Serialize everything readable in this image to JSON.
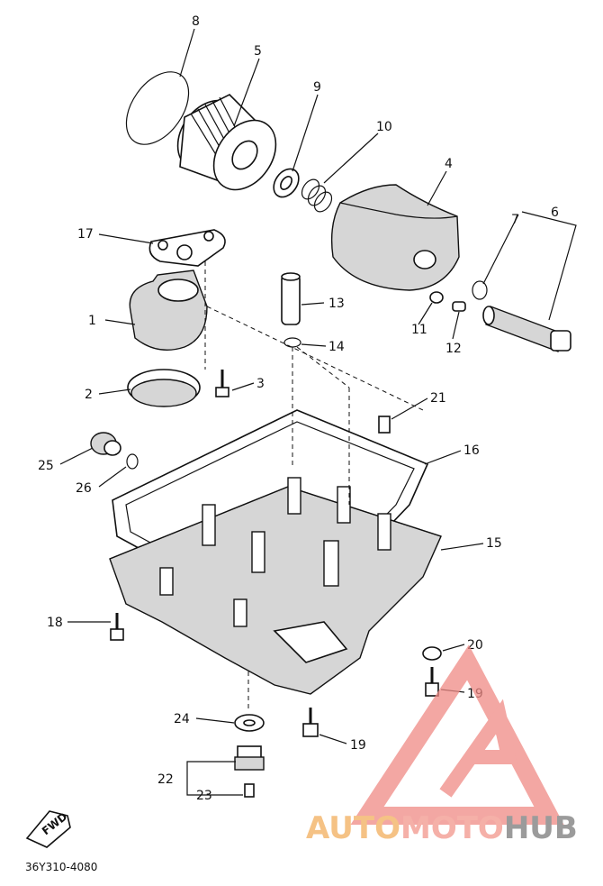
{
  "callouts": [
    "8",
    "5",
    "9",
    "10",
    "4",
    "17",
    "6",
    "7",
    "1",
    "13",
    "14",
    "11",
    "12",
    "2",
    "3",
    "21",
    "25",
    "16",
    "26",
    "15",
    "18",
    "20",
    "19",
    "24",
    "19",
    "22",
    "23"
  ],
  "arrow_label": "FWD",
  "part_code": "36Y310-4080",
  "watermark": {
    "auto": "AUTO",
    "moto": "MOTO",
    "hub": "HUB"
  },
  "colors": {
    "watermark_auto": "#f5c285",
    "watermark_moto": "#f5b0a8",
    "watermark_hub": "#9b9b9b",
    "logo": "#f08a85"
  }
}
